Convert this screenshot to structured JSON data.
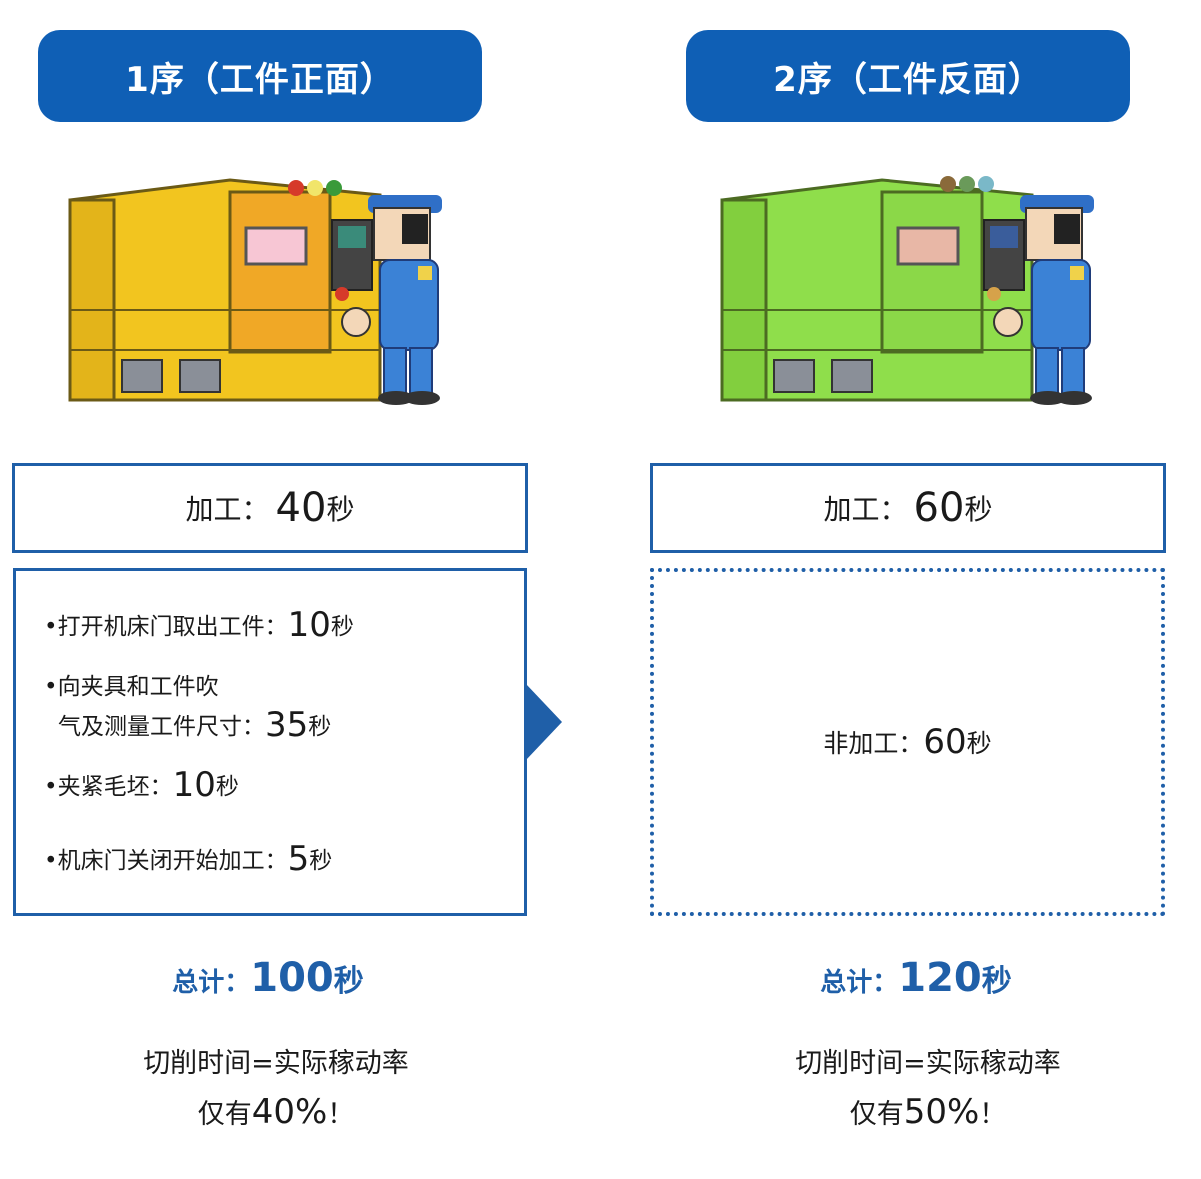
{
  "colors": {
    "primary": "#0f5fb5",
    "border": "#1f5fa8"
  },
  "left": {
    "header": "1序（工件正面）",
    "machine_color": "yellow",
    "machining": {
      "label": "加工：",
      "value": "40",
      "unit": "秒"
    },
    "steps": [
      {
        "bullet": "•",
        "line1": "打开机床门取出工件：",
        "line2": "",
        "value": "10",
        "unit": "秒"
      },
      {
        "bullet": "•",
        "line1": "向夹具和工件吹",
        "line2": "气及测量工件尺寸：",
        "value": "35",
        "unit": "秒"
      },
      {
        "bullet": "•",
        "line1": "夹紧毛坯：",
        "line2": "",
        "value": "10",
        "unit": "秒"
      },
      {
        "bullet": "•",
        "line1": "机床门关闭开始加工：",
        "line2": "",
        "value": "5",
        "unit": "秒"
      }
    ],
    "total": {
      "label": "总计：",
      "value": "100",
      "unit": "秒"
    },
    "note": {
      "line1": "切削时间=实际稼动率",
      "prefix": "仅有",
      "value": "40%",
      "suffix": "！"
    }
  },
  "right": {
    "header": "2序（工件反面）",
    "machine_color": "green",
    "machining": {
      "label": "加工：",
      "value": "60",
      "unit": "秒"
    },
    "non_machining": {
      "label": "非加工：",
      "value": "60",
      "unit": "秒"
    },
    "total": {
      "label": "总计：",
      "value": "120",
      "unit": "秒"
    },
    "note": {
      "line1": "切削时间=实际稼动率",
      "prefix": "仅有",
      "value": "50%",
      "suffix": "！"
    }
  }
}
